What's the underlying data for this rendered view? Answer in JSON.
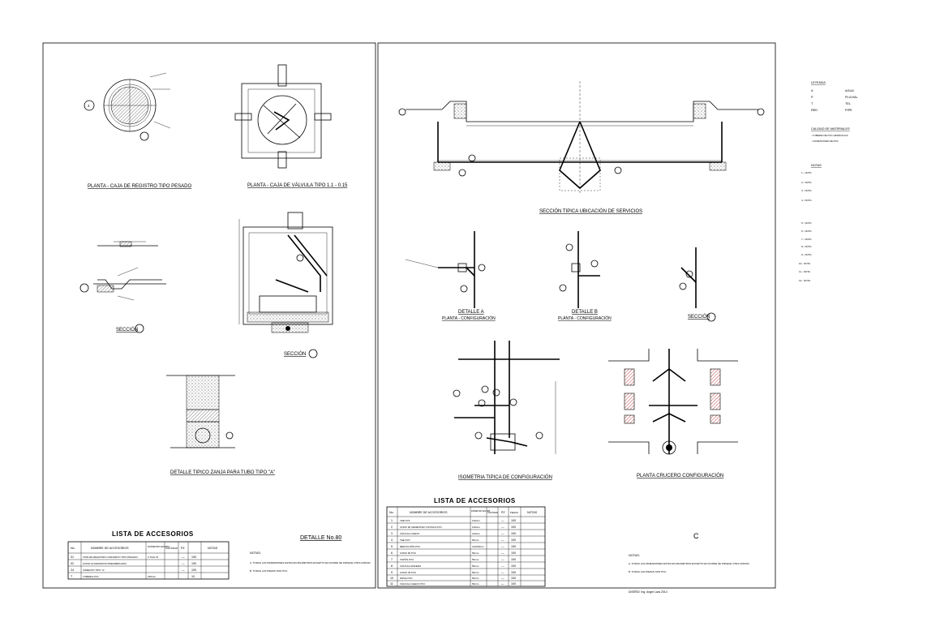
{
  "left_sheet": {
    "views": {
      "plan_cover": "PLANTA - CAJA DE REGISTRO TIPO PESADO",
      "plan_hydrant": "PLANTA - CAJA DE VÁLVULA TIPO 1.1 - 0.15",
      "section_b": "SECCIÓN",
      "section_a": "SECCIÓN",
      "trench_detail": "DETALLE TIPICO ZANJA PARA TUBO TIPO \"A\""
    },
    "accessories_title": "LISTA DE ACCESORIOS",
    "accessories_headers": [
      "No.",
      "NOMBRE DE ACCESORIOS",
      "DIÁMETRO EN MM.",
      "CANTIDAD",
      "PZ",
      "NOTAS"
    ],
    "accessories_rows": [
      [
        "01",
        "TAPA DE REGISTRO CONCRETO TIPO PESADO",
        "0.70x0.70",
        "—",
        "100",
        ""
      ],
      [
        "02",
        "CONO ACCESORIOS PREFABRICADO",
        "",
        "—",
        "100",
        ""
      ],
      [
        "24",
        "CIMIENTO TIPO \"A\"",
        "",
        "—",
        "100",
        ""
      ],
      [
        "T",
        "TUBERIA PVC",
        "150mm",
        "",
        "10",
        ""
      ]
    ],
    "detail_label": "DETALLE No.80",
    "notes_title": "NOTAS:",
    "notes": [
      "A. TODAS LAS DIMENSIONES ESTAN EN MILIMETROS EXCEPTO EN DONDE SE INDIQUE OTRA UNIDAD.",
      "B. TODAS LAS PIEZAS SON PVC."
    ]
  },
  "right_sheet": {
    "views": {
      "section_services": "SECCIÓN TIPICA UBICACIÓN DE SERVICIOS",
      "detail_a": "DETALLE A",
      "detail_a_sub": "PLANTA - CONFIGURACIÓN",
      "detail_b": "DETALLE B",
      "detail_b_sub": "PLANTA - CONFIGURACIÓN",
      "section_c": "SECCIÓN",
      "isometric": "ISOMETRIA TIPICA DE CONFIGURACIÓN",
      "plan_piping": "PLANTA CRUCERO CONFIGURACIÓN"
    },
    "accessories_title": "LISTA DE ACCESORIOS",
    "accessories_headers": [
      "No.",
      "NOMBRE DE ACCESORIOS",
      "DIÁMETRO EN MM.",
      "CANTIDAD",
      "PZ",
      "PIEZAS",
      "NOTAS"
    ],
    "accessories_rows": [
      [
        "1",
        "TEE PVC",
        "110mm",
        "",
        "—",
        "100",
        ""
      ],
      [
        "2",
        "CODO 90 CEMENTAR X ROSCA PVC",
        "110mm",
        "",
        "—",
        "100",
        ""
      ],
      [
        "3",
        "VÁLVULA CHECK",
        "110mm",
        "",
        "—",
        "100",
        ""
      ],
      [
        "4",
        "TEE PVC",
        "50mm",
        "",
        "—",
        "100",
        ""
      ],
      [
        "5",
        "REDUCCIÓN PVC",
        "110x50mm",
        "",
        "—",
        "100",
        ""
      ],
      [
        "6",
        "CODO 90 PVC",
        "50mm",
        "",
        "—",
        "100",
        ""
      ],
      [
        "7",
        "TAPÓN PVC",
        "50mm",
        "",
        "—",
        "100",
        ""
      ],
      [
        "8",
        "VÁLVULA ESFERA",
        "50mm",
        "",
        "—",
        "100",
        ""
      ],
      [
        "9",
        "CODO 45 PVC",
        "50mm",
        "",
        "—",
        "100",
        ""
      ],
      [
        "10",
        "NIPLE PVC",
        "50mm",
        "",
        "—",
        "100",
        ""
      ],
      [
        "11",
        "VÁLVULA CHECK PVC",
        "50mm",
        "",
        "—",
        "100",
        ""
      ]
    ],
    "mark": "C",
    "notes_title": "NOTAS:",
    "notes": [
      "A. TODAS LAS DIMENSIONES ESTAN EN MILIMETROS EXCEPTO EN DONDE SE INDIQUE OTRA UNIDAD.",
      "B. TODAS LAS PIEZAS SON PVC."
    ],
    "credit": "DISEÑO: Ing. Angel Lara 2014"
  },
  "legend": {
    "title": "LEYENDA",
    "rows": [
      [
        "A",
        "AGUA"
      ],
      [
        "P",
        "PLUVIAL"
      ],
      [
        "T",
        "TEL"
      ],
      [
        "RED",
        "PIPE"
      ]
    ],
    "materials_title": "CALIDAD DE MATERIALES",
    "materials": [
      "- TUBERIA DE PVC HIDRÁULICA",
      "- CONEXIONES DE PVC"
    ],
    "notes_title": "NOTAS",
    "notes": [
      "1.- NOTA",
      "2.- NOTA",
      "3.- NOTA",
      "4.- NOTA",
      "5.- NOTA",
      "6.- NOTA",
      "7.- NOTA",
      "8.- NOTA",
      "9.- NOTA",
      "10.- NOTA",
      "11.- NOTA",
      "12.- NOTA"
    ]
  }
}
